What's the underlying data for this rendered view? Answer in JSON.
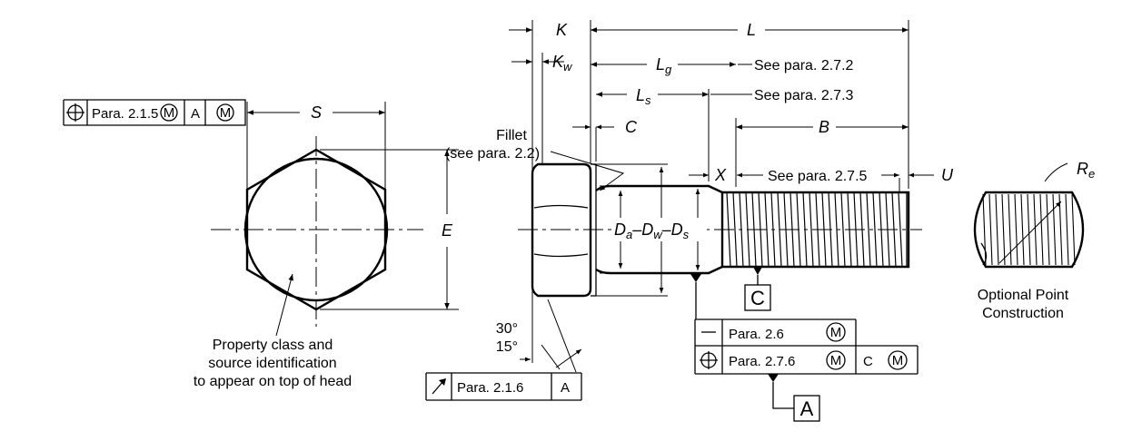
{
  "dimensions": {
    "S": "S",
    "E": "E",
    "K": "K",
    "Kw_main": "K",
    "Kw_sub": "w",
    "L": "L",
    "Lg_main": "L",
    "Lg_sub": "g",
    "Ls_main": "L",
    "Ls_sub": "s",
    "C": "C",
    "B": "B",
    "X": "X",
    "U": "U",
    "Re_main": "R",
    "Re_sub": "e",
    "Da_main": "D",
    "Da_sub": "a",
    "Dw_main": "D",
    "Dw_sub": "w",
    "Ds_main": "D",
    "Ds_sub": "s",
    "dash": "–"
  },
  "notes": {
    "see_272": "See para. 2.7.2",
    "see_273": "See para. 2.7.3",
    "see_275": "See para. 2.7.5",
    "fillet_line1": "Fillet",
    "fillet_line2": "(see para. 2.2)",
    "angle_30": "30°",
    "angle_15": "15°",
    "property_line1": "Property class and",
    "property_line2": "source identification",
    "property_line3": "to appear on top of head",
    "optional_line1": "Optional Point",
    "optional_line2": "Construction"
  },
  "frames": {
    "position_head_ref": "Para. 2.1.5",
    "position_head_datum": "A",
    "straightness_ref": "Para. 2.6",
    "position_body_ref": "Para. 2.7.6",
    "position_body_datum": "C",
    "runout_ref": "Para. 2.1.6",
    "runout_datum": "A",
    "modifier": "M"
  },
  "datums": {
    "A": "A",
    "C": "C"
  }
}
